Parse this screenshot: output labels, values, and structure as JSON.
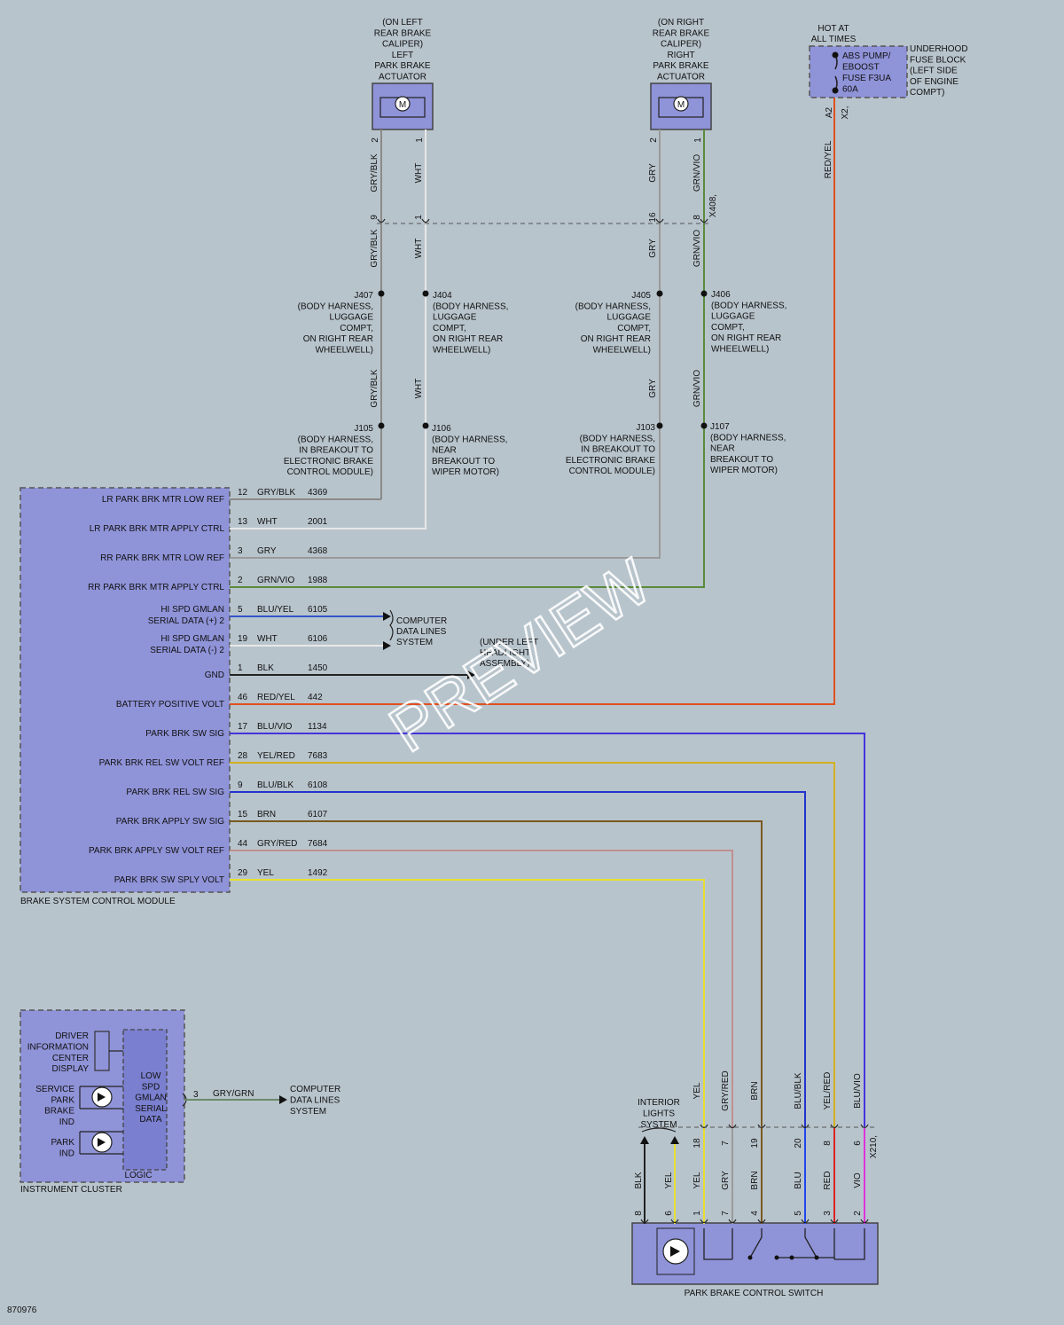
{
  "figure_id": "870976",
  "watermark": "PREVIEW",
  "colors": {
    "GRY/BLK": "#8a8a8a",
    "WHT": "#e8e8e8",
    "GRY": "#9a9a9a",
    "GRN/VIO": "#5a8a3a",
    "BLU/YEL": "#3355cc",
    "BLK": "#222222",
    "RED/YEL": "#e05020",
    "BLU/VIO": "#4433dd",
    "YEL/RED": "#d4b020",
    "BLU/BLK": "#2233cc",
    "BRN": "#7a5a20",
    "GRY/RED": "#c09090",
    "YEL": "#e6e030",
    "GRY/GRN": "#6a8a6a",
    "RED": "#dd2222",
    "VIO": "#dd33dd",
    "BLU": "#2244ee"
  },
  "components": {
    "left_actuator": {
      "lines": [
        "(ON LEFT",
        "REAR BRAKE",
        "CALIPER)",
        "LEFT",
        "PARK BRAKE",
        "ACTUATOR"
      ],
      "motor": "M"
    },
    "right_actuator": {
      "lines": [
        "(ON RIGHT",
        "REAR BRAKE",
        "CALIPER)",
        "RIGHT",
        "PARK BRAKE",
        "ACTUATOR"
      ],
      "motor": "M"
    },
    "hot": {
      "lines": [
        "HOT AT",
        "ALL TIMES"
      ]
    },
    "fuse": {
      "lines": [
        "ABS PUMP/",
        "EBOOST",
        "FUSE F3UA",
        "60A"
      ]
    },
    "fuse_block": {
      "lines": [
        "UNDERHOOD",
        "FUSE BLOCK",
        "(LEFT SIDE",
        "OF ENGINE",
        "COMPT)"
      ]
    },
    "fuse_pins": [
      "A2",
      "X2,"
    ],
    "bscm": {
      "name": "BRAKE SYSTEM CONTROL MODULE"
    },
    "cluster": {
      "name": "INSTRUMENT CLUSTER",
      "dic": [
        "DRIVER",
        "INFORMATION",
        "CENTER",
        "DISPLAY"
      ],
      "service": [
        "SERVICE",
        "PARK",
        "BRAKE",
        "IND"
      ],
      "park": [
        "PARK",
        "IND"
      ],
      "low": [
        "LOW",
        "SPD",
        "GMLAN",
        "SERIAL",
        "DATA"
      ],
      "logic": "LOGIC",
      "pin": "3",
      "wire": "GRY/GRN",
      "dest": [
        "COMPUTER",
        "DATA LINES",
        "SYSTEM"
      ]
    },
    "switch": {
      "name": "PARK BRAKE CONTROL SWITCH"
    },
    "interior": [
      "INTERIOR",
      "LIGHTS",
      "SYSTEM"
    ],
    "computer_data": [
      "COMPUTER",
      "DATA LINES",
      "SYSTEM"
    ],
    "under_left": [
      "(UNDER LEFT",
      "HEADLIGHT",
      "ASSEMBLY)"
    ],
    "connector_x408": "X408,",
    "connector_x210": "X210,"
  },
  "splices": {
    "J407": [
      "J407",
      "(BODY HARNESS,",
      "LUGGAGE",
      "COMPT,",
      "ON RIGHT REAR",
      "WHEELWELL)"
    ],
    "J404": [
      "J404",
      "(BODY HARNESS,",
      "LUGGAGE",
      "COMPT,",
      "ON RIGHT REAR",
      "WHEELWELL)"
    ],
    "J405": [
      "J405",
      "(BODY HARNESS,",
      "LUGGAGE",
      "COMPT,",
      "ON RIGHT REAR",
      "WHEELWELL)"
    ],
    "J406": [
      "J406",
      "(BODY HARNESS,",
      "LUGGAGE",
      "COMPT,",
      "ON RIGHT REAR",
      "WHEELWELL)"
    ],
    "J105": [
      "J105",
      "(BODY HARNESS,",
      "IN BREAKOUT TO",
      "ELECTRONIC BRAKE",
      "CONTROL MODULE)"
    ],
    "J106": [
      "J106",
      "(BODY HARNESS,",
      "NEAR",
      "BREAKOUT TO",
      "WIPER MOTOR)"
    ],
    "J103": [
      "J103",
      "(BODY HARNESS,",
      "IN BREAKOUT TO",
      "ELECTRONIC BRAKE",
      "CONTROL MODULE)"
    ],
    "J107": [
      "J107",
      "(BODY HARNESS,",
      "NEAR",
      "BREAKOUT TO",
      "WIPER MOTOR)"
    ]
  },
  "actuator_wires": {
    "left": [
      {
        "pin": "2",
        "color": "GRY/BLK",
        "conn_pin": "9"
      },
      {
        "pin": "1",
        "color": "WHT",
        "conn_pin": "1"
      }
    ],
    "right": [
      {
        "pin": "2",
        "color": "GRY",
        "conn_pin": "16"
      },
      {
        "pin": "1",
        "color": "GRN/VIO",
        "conn_pin": "8"
      }
    ]
  },
  "fuse_wire": "RED/YEL",
  "bscm_pins": [
    {
      "label": "LR PARK BRK MTR LOW REF",
      "pin": "12",
      "color": "GRY/BLK",
      "circuit": "4369"
    },
    {
      "label": "LR PARK BRK MTR APPLY CTRL",
      "pin": "13",
      "color": "WHT",
      "circuit": "2001"
    },
    {
      "label": "RR PARK BRK MTR LOW REF",
      "pin": "3",
      "color": "GRY",
      "circuit": "4368"
    },
    {
      "label": "RR PARK BRK MTR APPLY CTRL",
      "pin": "2",
      "color": "GRN/VIO",
      "circuit": "1988"
    },
    {
      "label": "HI SPD GMLAN SERIAL DATA (+) 2",
      "pin": "5",
      "color": "BLU/YEL",
      "circuit": "6105"
    },
    {
      "label": "HI SPD GMLAN SERIAL DATA (-) 2",
      "pin": "19",
      "color": "WHT",
      "circuit": "6106"
    },
    {
      "label": "GND",
      "pin": "1",
      "color": "BLK",
      "circuit": "1450"
    },
    {
      "label": "BATTERY POSITIVE VOLT",
      "pin": "46",
      "color": "RED/YEL",
      "circuit": "442"
    },
    {
      "label": "PARK BRK SW SIG",
      "pin": "17",
      "color": "BLU/VIO",
      "circuit": "1134"
    },
    {
      "label": "PARK BRK REL SW VOLT REF",
      "pin": "28",
      "color": "YEL/RED",
      "circuit": "7683"
    },
    {
      "label": "PARK BRK REL SW SIG",
      "pin": "9",
      "color": "BLU/BLK",
      "circuit": "6108"
    },
    {
      "label": "PARK BRK APPLY SW SIG",
      "pin": "15",
      "color": "BRN",
      "circuit": "6107"
    },
    {
      "label": "PARK BRK APPLY SW VOLT REF",
      "pin": "44",
      "color": "GRY/RED",
      "circuit": "7684"
    },
    {
      "label": "PARK BRK SW SPLY VOLT",
      "pin": "29",
      "color": "YEL",
      "circuit": "1492"
    }
  ],
  "switch_wires": [
    {
      "upper_color": "YEL",
      "upper_pin": "18",
      "lower_color": "YEL",
      "lower_pin": "1"
    },
    {
      "upper_color": "GRY/RED",
      "upper_pin": "7",
      "lower_color": "GRY",
      "lower_pin": "7"
    },
    {
      "upper_color": "BRN",
      "upper_pin": "19",
      "lower_color": "BRN",
      "lower_pin": "4"
    },
    {
      "upper_color": "BLU/BLK",
      "upper_pin": "20",
      "lower_color": "BLU",
      "lower_pin": "5"
    },
    {
      "upper_color": "YEL/RED",
      "upper_pin": "8",
      "lower_color": "RED",
      "lower_pin": "3"
    },
    {
      "upper_color": "BLU/VIO",
      "upper_pin": "6",
      "lower_color": "VIO",
      "lower_pin": "2"
    }
  ],
  "switch_lamp_wires": [
    {
      "color": "BLK",
      "pin": "8"
    },
    {
      "color": "YEL",
      "pin": "6"
    }
  ]
}
